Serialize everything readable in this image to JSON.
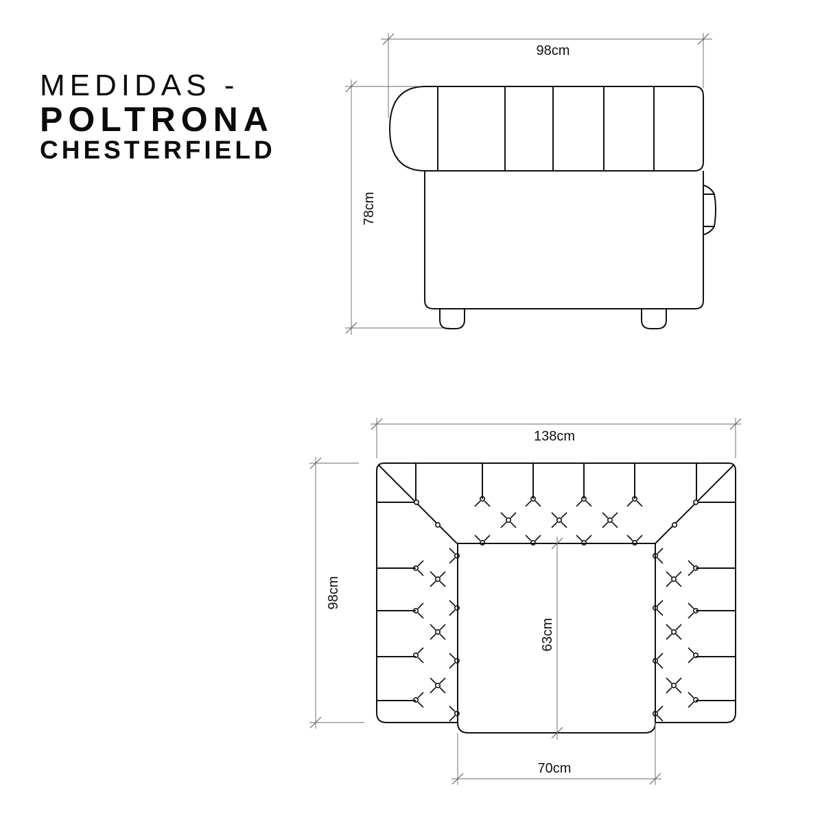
{
  "title": {
    "line1": "MEDIDAS -",
    "line2": "POLTRONA",
    "line3": "CHESTERFIELD"
  },
  "side_view": {
    "width_label": "98cm",
    "height_label": "78cm"
  },
  "top_view": {
    "width_label": "138cm",
    "depth_label": "98cm",
    "seat_depth_label": "63cm",
    "seat_width_label": "70cm"
  },
  "colors": {
    "line": "#111111",
    "dimension_line": "#888888",
    "background": "#ffffff"
  }
}
